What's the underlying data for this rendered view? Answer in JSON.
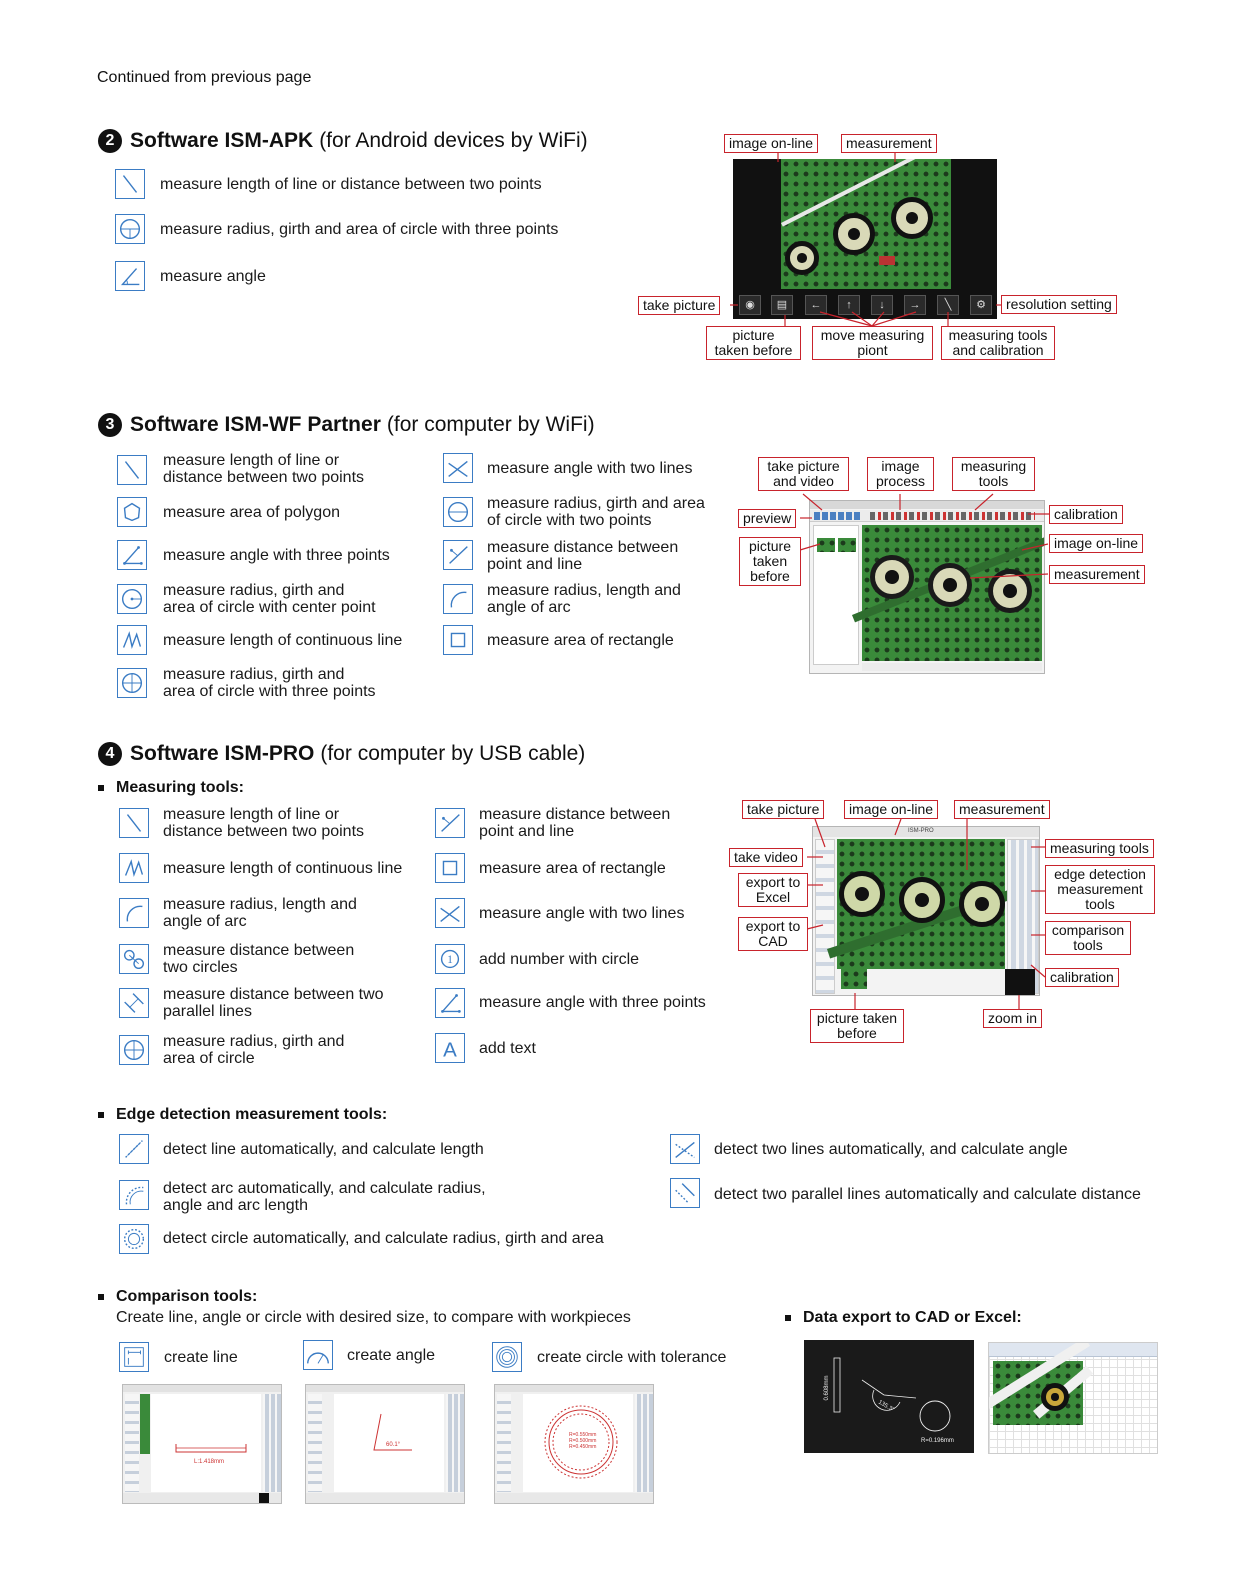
{
  "continued": "Continued from previous page",
  "s2": {
    "num": "2",
    "title": "Software ISM-APK",
    "subtitle": "(for Android devices by WiFi)",
    "items": [
      "measure length of line or distance between two points",
      "measure radius, girth and area of circle with three points",
      "measure angle"
    ],
    "callouts": {
      "image_online": "image on-line",
      "measurement": "measurement",
      "take_picture": "take picture",
      "resolution": "resolution setting",
      "picture_before_1": "picture",
      "picture_before_2": "taken before",
      "move_1": "move measuring",
      "move_2": "piont",
      "tools_1": "measuring tools",
      "tools_2": "and calibration"
    }
  },
  "s3": {
    "num": "3",
    "title": "Software ISM-WF Partner",
    "subtitle": "(for computer by WiFi)",
    "left": [
      [
        "measure length of line or",
        "distance between two points"
      ],
      [
        "measure area of polygon"
      ],
      [
        "measure angle with three points"
      ],
      [
        "measure radius, girth and",
        "area of circle with center point"
      ],
      [
        "measure length of continuous line"
      ],
      [
        "measure radius, girth and",
        "area of circle with three points"
      ]
    ],
    "right": [
      [
        "measure angle with two lines"
      ],
      [
        "measure radius, girth and area",
        "of circle with two points"
      ],
      [
        "measure distance between",
        "point and line"
      ],
      [
        "measure radius, length and",
        "angle of arc"
      ],
      [
        "measure area of rectangle"
      ]
    ],
    "callouts": {
      "take_1": "take picture",
      "take_2": "and video",
      "proc_1": "image",
      "proc_2": "process",
      "tools_1": "measuring",
      "tools_2": "tools",
      "preview": "preview",
      "before_1": "picture",
      "before_2": "taken",
      "before_3": "before",
      "calibration": "calibration",
      "image_online": "image on-line",
      "measurement": "measurement"
    }
  },
  "s4": {
    "num": "4",
    "title": "Software ISM-PRO",
    "subtitle": "(for computer by USB cable)",
    "measuring_heading": "Measuring tools:",
    "left": [
      [
        "measure length of line or",
        "distance between two points"
      ],
      [
        "measure length of continuous line"
      ],
      [
        "measure radius, length and",
        "angle of arc"
      ],
      [
        "measure distance between",
        "two circles"
      ],
      [
        "measure distance between two",
        "parallel lines"
      ],
      [
        "measure radius, girth and",
        "area of circle"
      ]
    ],
    "right": [
      [
        "measure distance between",
        "point and line"
      ],
      [
        "measure area of rectangle"
      ],
      [
        "measure angle with two lines"
      ],
      [
        "add number with circle"
      ],
      [
        "measure angle with three points"
      ],
      [
        "add text"
      ]
    ],
    "callouts": {
      "take_picture": "take picture",
      "image_online": "image on-line",
      "measurement": "measurement",
      "take_video": "take video",
      "excel_1": "export to",
      "excel_2": "Excel",
      "cad_1": "export to",
      "cad_2": "CAD",
      "tools": "measuring tools",
      "edge_1": "edge detection",
      "edge_2": "measurement",
      "edge_3": "tools",
      "cmp_1": "comparison",
      "cmp_2": "tools",
      "calibration": "calibration",
      "before_1": "picture taken",
      "before_2": "before",
      "zoom": "zoom in"
    },
    "app_title": "ISM-PRO"
  },
  "edge": {
    "heading": "Edge detection measurement tools:",
    "left": [
      [
        "detect line automatically, and calculate length"
      ],
      [
        "detect arc automatically, and calculate radius,",
        "angle and arc length"
      ],
      [
        "detect circle automatically, and calculate radius, girth and area"
      ]
    ],
    "right": [
      [
        "detect two lines automatically, and calculate angle"
      ],
      [
        "detect two parallel lines automatically and calculate distance"
      ]
    ]
  },
  "comparison": {
    "heading": "Comparison tools:",
    "desc": "Create line, angle or circle with desired size, to compare with workpieces",
    "items": [
      "create line",
      "create angle",
      "create circle with tolerance"
    ],
    "line_label": "L:1.418mm",
    "angle_label": "60.1°",
    "circle_labels": [
      "R=0.550mm",
      "R=0.500mm",
      "R=0.450mm"
    ]
  },
  "export": {
    "heading": "Data export to CAD or Excel:",
    "cad_len": "0.608mm",
    "cad_angle": "135.3°",
    "cad_r": "R=0.196mm"
  }
}
